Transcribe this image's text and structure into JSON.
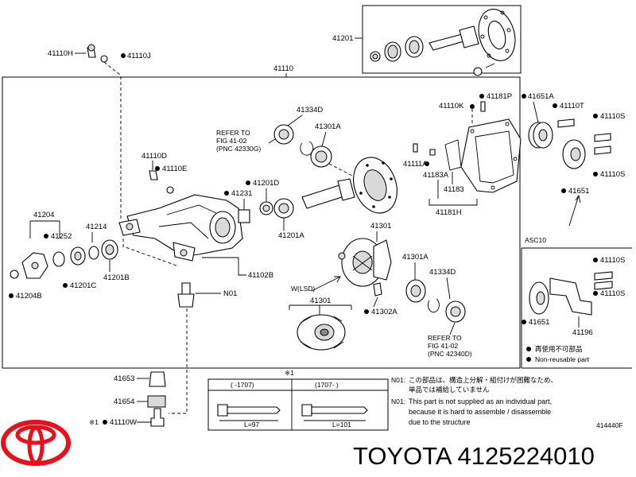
{
  "labels": {
    "p41201": "41201",
    "p41110H": "41110H",
    "p41110J": "41110J",
    "p41110": "41110",
    "p41334D_top": "41334D",
    "p41301A_top": "41301A",
    "p41110K": "41110K",
    "p41181P": "41181P",
    "p41651A": "41651A",
    "p41110T": "41110T",
    "p41110S_1": "41110S",
    "p41110S_2": "41110S",
    "p41110D": "41110D",
    "p41110E": "41110E",
    "p41201D": "41201D",
    "p41231": "41231",
    "p41111A": "41111A",
    "p41183A": "41183A",
    "p41183": "41183",
    "p41181H": "41181H",
    "p41651_top": "41651",
    "p41204": "41204",
    "p41252": "41252",
    "p41214": "41214",
    "p41201A": "41201A",
    "p41301": "41301",
    "p41201C": "41201C",
    "p41201B": "41201B",
    "p41102B": "41102B",
    "pN01": "N01",
    "p41204B": "41204B",
    "p41301A_bot": "41301A",
    "p41334D_bot": "41334D",
    "p41302A": "41302A",
    "pASC10": "ASC10",
    "p41110S_3": "41110S",
    "p41110S_4": "41110S",
    "p41651_bot": "41651",
    "p41196": "41196",
    "p41653": "41653",
    "p41654": "41654",
    "p41110W": "41110W",
    "star1_left": "※1",
    "star1_top": "※1",
    "fig_code": "414440F",
    "lsd_label": "W(LSD)",
    "lsd_part": "41301"
  },
  "refer_top": {
    "line1": "REFER TO",
    "line2": "FIG 41-02",
    "line3": "(PNC 42330G)"
  },
  "refer_bot": {
    "line1": "REFER TO",
    "line2": "FIG 41-02",
    "line3": "(PNC 42340D)"
  },
  "legend": {
    "jp": "再使用不可部品",
    "en": "Non-reusable part"
  },
  "bolts": {
    "left_range": "(    -1707)",
    "right_range": "(1707-    )",
    "left_length": "L=97",
    "right_length": "L=101"
  },
  "notes": {
    "code": "N01:",
    "jp1": "この部品は、構造上分解・組付けが困難なため、",
    "jp2": "単品では補給していません",
    "en1": "This part is not supplied as an individual part,",
    "en2": "because it is hard to assemble / disassemble",
    "en3": "due to the structure"
  },
  "caption": {
    "brand_text": "TOYOTA 4125224010"
  },
  "colors": {
    "logo_red": "#e8101a",
    "ink": "#000000"
  }
}
